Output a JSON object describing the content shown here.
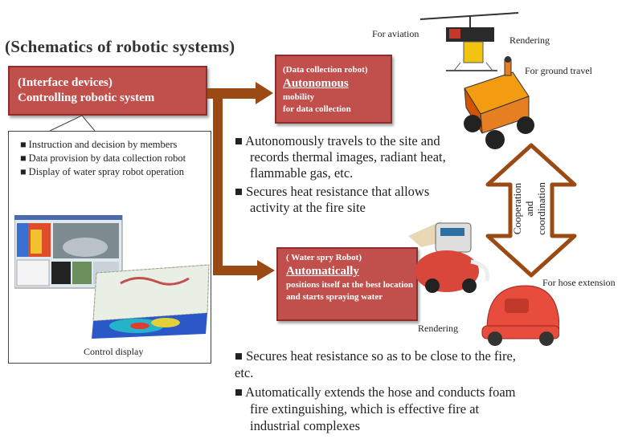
{
  "title": "(Schematics of robotic systems)",
  "interface_box": {
    "line1": "(Interface devices)",
    "line2": "Controlling robotic system"
  },
  "panel": {
    "bullets": [
      "■ Instruction and decision by members",
      "■ Data provision by data collection robot",
      "■ Display of water spray robot operation"
    ],
    "caption": "Control display"
  },
  "data_collection_robot": {
    "line1": "(Data collection robot)",
    "big": "Autonomous",
    "line3": "mobility",
    "line4": "for data collection"
  },
  "water_spray_robot": {
    "line1": "( Water spry Robot)",
    "big": "Automatically",
    "line3": "positions itself at the best location and starts spraying water"
  },
  "middle_bullets": [
    "■ Autonomously travels to the site and records thermal images, radiant heat,  flammable gas, etc.",
    "■ Secures heat resistance that allows activity at the fire site"
  ],
  "bottom_bullets": [
    "■ Secures heat resistance so as to be close to the fire, etc.",
    "■ Automatically extends the hose and conducts foam fire extinguishing, which is effective fire at industrial complexes"
  ],
  "labels": {
    "for_aviation": "For aviation",
    "rendering_top": "Rendering",
    "for_ground_travel": "For ground travel",
    "for_hose_extension": "For hose extension",
    "rendering_bottom": "Rendering"
  },
  "coop_arrow": {
    "line1": "Cooperation",
    "line2": "and",
    "line3": "coordination"
  },
  "colors": {
    "red_box": "#c1504d",
    "brown_arrow": "#9a4a12"
  }
}
